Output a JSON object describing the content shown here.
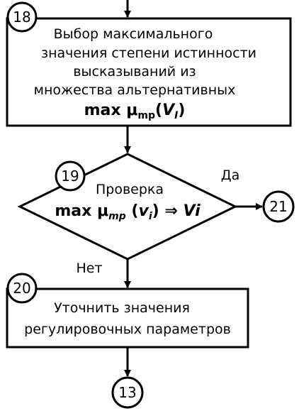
{
  "block18": {
    "number": "18",
    "lines": [
      "Выбор максимального",
      "значения степени истинности",
      "высказываний из",
      "множества альтернативных"
    ],
    "formula": {
      "prefix": "max μ",
      "sub": "mp",
      "open": "(",
      "var": "V",
      "var_sub": "I",
      "close": ")"
    }
  },
  "block19": {
    "number": "19",
    "label": "Проверка",
    "formula": {
      "prefix": "max μ",
      "sub": "mp",
      "open": " (",
      "var": "v",
      "var_sub": "i",
      "close": ")",
      "arrow": " ⇒ ",
      "result": "Vi"
    }
  },
  "branch_yes": "Да",
  "branch_no": "Нет",
  "connector_21": "21",
  "block20": {
    "number": "20",
    "lines": [
      "Уточнить значения",
      "регулировочных параметров"
    ]
  },
  "connector_13": "13"
}
